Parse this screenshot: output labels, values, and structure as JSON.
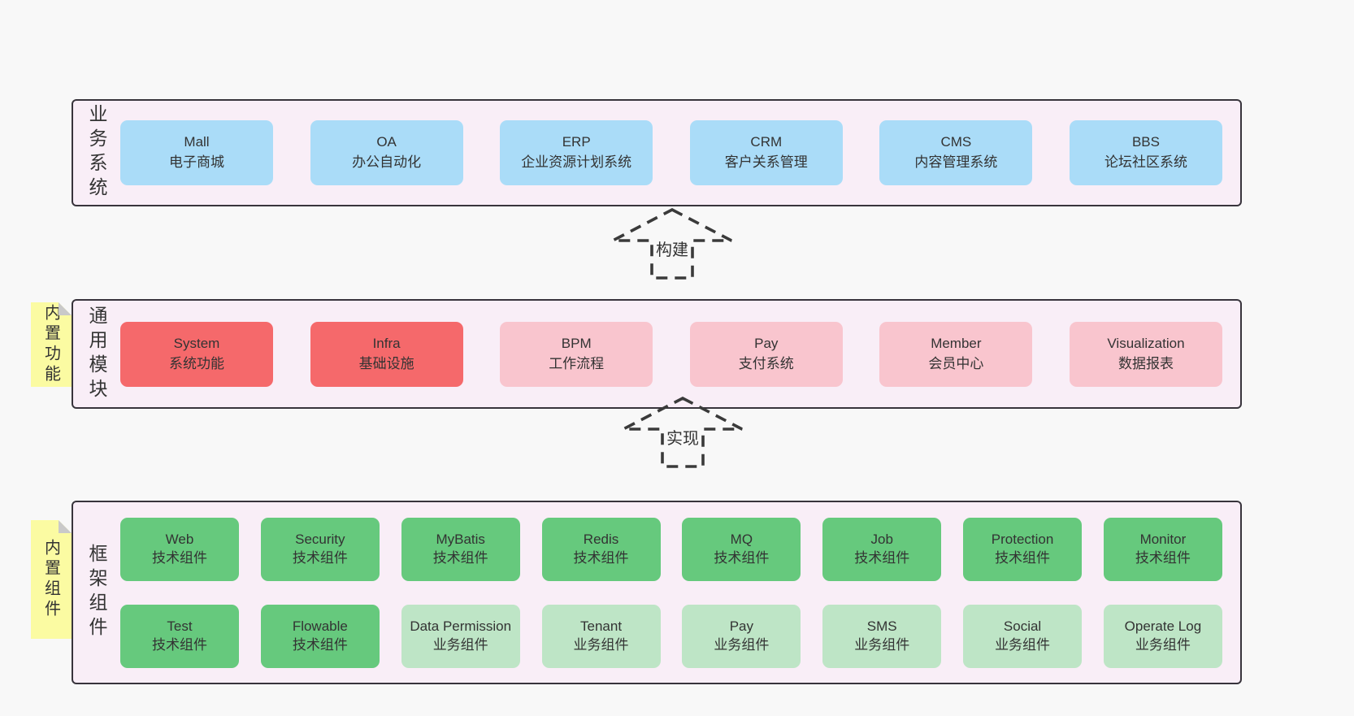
{
  "colors": {
    "page_bg": "#f8f8f8",
    "band_bg": "#f9eef7",
    "band_border": "#38343c",
    "blue": "#aadcf8",
    "red": "#f5696b",
    "pink": "#f9c5ce",
    "green": "#66c97d",
    "lightgreen": "#bee5c6",
    "sticky_bg": "#fbfba2",
    "sticky_fold": "#c9c9c9",
    "text": "#333333"
  },
  "arrows": [
    {
      "id": "build-arrow",
      "label": "构建"
    },
    {
      "id": "implement-arrow",
      "label": "实现"
    }
  ],
  "bands": [
    {
      "id": "business-systems",
      "label": "业务系统",
      "sticky": null,
      "rows": [
        [
          {
            "name": "Mall",
            "desc": "电子商城",
            "type": "blue"
          },
          {
            "name": "OA",
            "desc": "办公自动化",
            "type": "blue"
          },
          {
            "name": "ERP",
            "desc": "企业资源计划系统",
            "type": "blue"
          },
          {
            "name": "CRM",
            "desc": "客户关系管理",
            "type": "blue"
          },
          {
            "name": "CMS",
            "desc": "内容管理系统",
            "type": "blue"
          },
          {
            "name": "BBS",
            "desc": "论坛社区系统",
            "type": "blue"
          }
        ]
      ]
    },
    {
      "id": "common-modules",
      "label": "通用模块",
      "sticky": "内置功能",
      "rows": [
        [
          {
            "name": "System",
            "desc": "系统功能",
            "type": "red"
          },
          {
            "name": "Infra",
            "desc": "基础设施",
            "type": "red"
          },
          {
            "name": "BPM",
            "desc": "工作流程",
            "type": "pink"
          },
          {
            "name": "Pay",
            "desc": "支付系统",
            "type": "pink"
          },
          {
            "name": "Member",
            "desc": "会员中心",
            "type": "pink"
          },
          {
            "name": "Visualization",
            "desc": "数据报表",
            "type": "pink"
          }
        ]
      ]
    },
    {
      "id": "framework-components",
      "label": "框架组件",
      "sticky": "内置组件",
      "rows": [
        [
          {
            "name": "Web",
            "desc": "技术组件",
            "type": "green"
          },
          {
            "name": "Security",
            "desc": "技术组件",
            "type": "green"
          },
          {
            "name": "MyBatis",
            "desc": "技术组件",
            "type": "green"
          },
          {
            "name": "Redis",
            "desc": "技术组件",
            "type": "green"
          },
          {
            "name": "MQ",
            "desc": "技术组件",
            "type": "green"
          },
          {
            "name": "Job",
            "desc": "技术组件",
            "type": "green"
          },
          {
            "name": "Protection",
            "desc": "技术组件",
            "type": "green"
          },
          {
            "name": "Monitor",
            "desc": "技术组件",
            "type": "green"
          }
        ],
        [
          {
            "name": "Test",
            "desc": "技术组件",
            "type": "green"
          },
          {
            "name": "Flowable",
            "desc": "技术组件",
            "type": "green"
          },
          {
            "name": "Data Permission",
            "desc": "业务组件",
            "type": "lightgreen"
          },
          {
            "name": "Tenant",
            "desc": "业务组件",
            "type": "lightgreen"
          },
          {
            "name": "Pay",
            "desc": "业务组件",
            "type": "lightgreen"
          },
          {
            "name": "SMS",
            "desc": "业务组件",
            "type": "lightgreen"
          },
          {
            "name": "Social",
            "desc": "业务组件",
            "type": "lightgreen"
          },
          {
            "name": "Operate Log",
            "desc": "业务组件",
            "type": "lightgreen"
          }
        ]
      ]
    }
  ]
}
